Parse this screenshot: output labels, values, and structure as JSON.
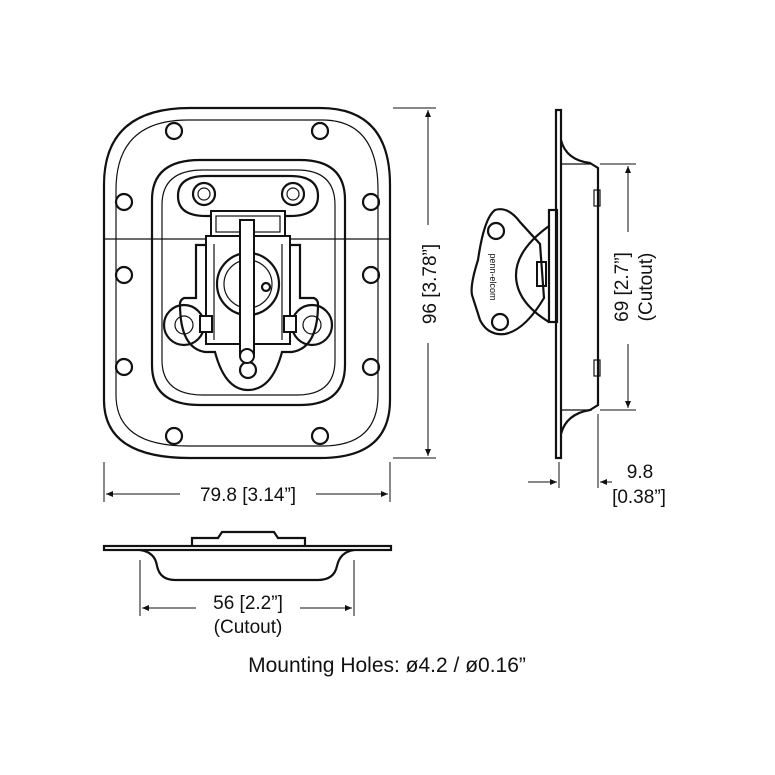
{
  "dimensions": {
    "height": "96 [3.78”]",
    "width": "79.8 [3.14”]",
    "cutout_height": "69 [2.7”]",
    "cutout_height_note": "(Cutout)",
    "depth": "9.8",
    "depth_inch": "[0.38”]",
    "cutout_width": "56 [2.2”]",
    "cutout_width_note": "(Cutout)"
  },
  "note": "Mounting Holes: ø4.2 / ø0.16”",
  "side_brand": "penn-elcom"
}
